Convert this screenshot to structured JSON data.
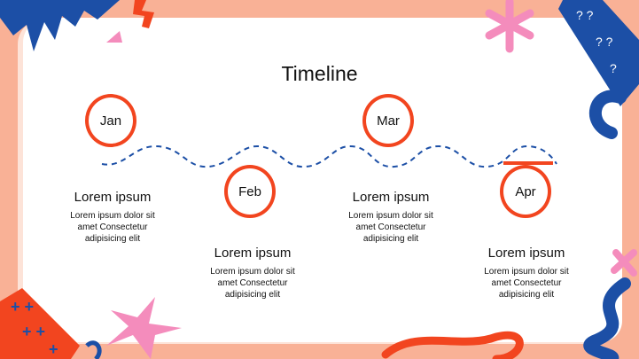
{
  "title": "Timeline",
  "colors": {
    "accent": "#f2451f",
    "wave": "#1c4fa6",
    "background": "#f9b196",
    "pink": "#f48cbc",
    "blue": "#1c4fa6"
  },
  "milestones": [
    {
      "month": "Jan",
      "heading": "Lorem ipsum",
      "body": "Lorem ipsum dolor sit amet Consectetur adipisicing elit"
    },
    {
      "month": "Feb",
      "heading": "Lorem ipsum",
      "body": "Lorem ipsum dolor sit amet Consectetur adipisicing elit"
    },
    {
      "month": "Mar",
      "heading": "Lorem ipsum",
      "body": "Lorem ipsum dolor sit amet Consectetur adipisicing elit"
    },
    {
      "month": "Apr",
      "heading": "Lorem ipsum",
      "body": "Lorem ipsum dolor sit amet Consectetur adipisicing elit"
    }
  ]
}
